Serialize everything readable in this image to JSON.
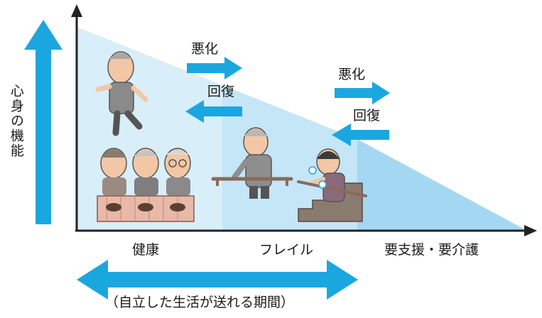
{
  "axis": {
    "y_label": "心身の機能"
  },
  "stages": [
    {
      "label": "健康"
    },
    {
      "label": "フレイル"
    },
    {
      "label": "要支援・要介護"
    }
  ],
  "transitions": [
    {
      "label": "悪化",
      "direction": "right"
    },
    {
      "label": "回復",
      "direction": "left"
    },
    {
      "label": "悪化",
      "direction": "right"
    },
    {
      "label": "回復",
      "direction": "left"
    }
  ],
  "period": {
    "label": "（自立した生活が送れる期間）"
  },
  "colors": {
    "accent_arrow": "#1aa7df",
    "stage_light": "#d8eef9",
    "stage_mid": "#bfe3f6",
    "stage_dark": "#9ed5f1",
    "axis": "#222222"
  }
}
